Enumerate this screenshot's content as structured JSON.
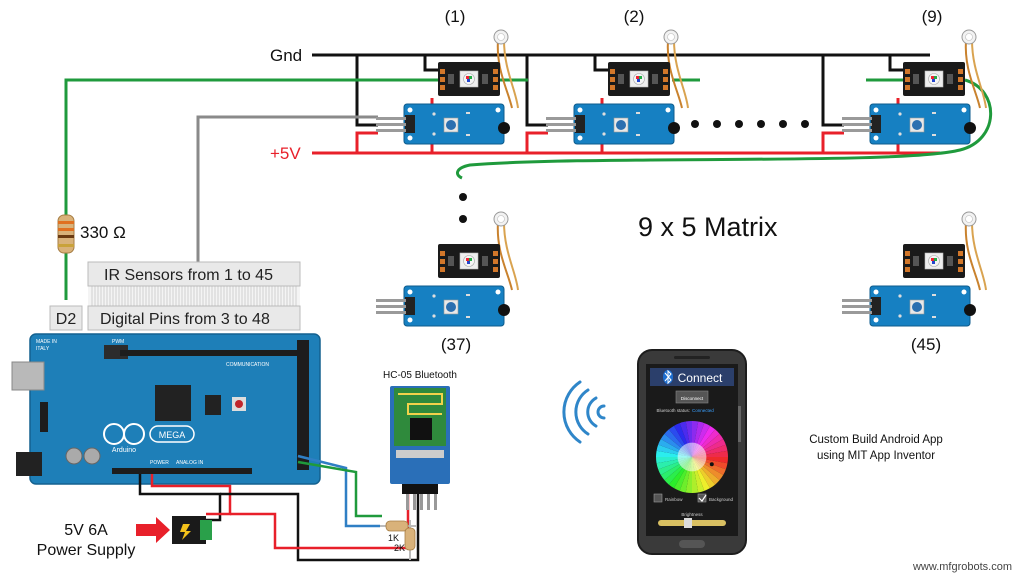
{
  "labels": {
    "gnd": "Gnd",
    "vcc": "+5V",
    "resistor_value": "330 Ω",
    "d2": "D2",
    "ir_sensors": "IR Sensors from 1 to 45",
    "digital_pins": "Digital Pins from 3 to 48",
    "matrix": "9 x 5 Matrix",
    "node_1": "(1)",
    "node_2": "(2)",
    "node_9": "(9)",
    "node_37": "(37)",
    "node_45": "(45)",
    "bluetooth": "HC-05 Bluetooth",
    "r1k": "1K",
    "r2k": "2K",
    "power_line1": "5V 6A",
    "power_line2": "Power Supply",
    "app_line1": "Custom Build Android App",
    "app_line2": "using MIT App Inventor",
    "watermark": "www.mfgrobots.com",
    "board_mega": "MEGA",
    "board_brand": "Arduino",
    "board_made": "MADE IN",
    "board_italy": "ITALY",
    "board_comm": "COMMUNICATION",
    "board_power": "POWER",
    "board_analog": "ANALOG IN",
    "board_pwm": "PWM"
  },
  "phone": {
    "header": "Connect",
    "button": "Disconnect",
    "status_label": "Bluetooth status:",
    "status_value": "Connected",
    "check1": "Rainbow",
    "check2": "Background",
    "slider_label": "Brightness"
  },
  "colors": {
    "gnd_wire": "#111111",
    "vcc_wire": "#e8202a",
    "data_wire": "#1f9a3c",
    "signal_wire": "#8a8a8a",
    "board": "#1e7fb8",
    "sensor_board": "#1680c2",
    "led_module": "#1a1a1a",
    "bt_wire": "#2f7fc4"
  }
}
